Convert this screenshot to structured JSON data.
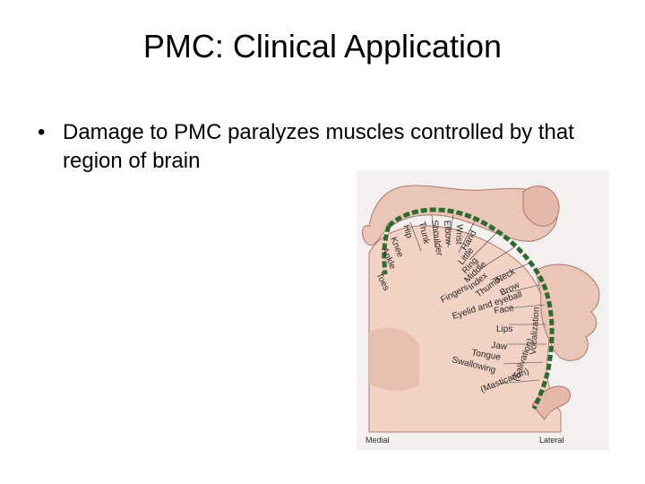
{
  "slide": {
    "title": "PMC: Clinical Application",
    "bullet_symbol": "•",
    "bullets": [
      "Damage to PMC paralyzes muscles controlled by that region of brain"
    ]
  },
  "homunculus": {
    "labels": {
      "hip": "Hip",
      "trunk": "Trunk",
      "shoulder": "Shoulder",
      "elbow": "Elbow",
      "wrist": "Wrist",
      "hand": "Hand",
      "knee": "Knee",
      "ankle": "Ankle",
      "toes": "Toes",
      "little": "Little",
      "ring": "Ring",
      "middle": "Middle",
      "index": "Index",
      "thumb": "Thumb",
      "neck": "Neck",
      "brow": "Brow",
      "fingers": "Fingers",
      "eyelid_eyeball": "Eyelid and eyeball",
      "face": "Face",
      "lips": "Lips",
      "jaw": "Jaw",
      "tongue": "Tongue",
      "swallowing": "Swallowing",
      "mastication": "(Mastication)",
      "salivation": "(Salivation)",
      "vocalization": "Vocalization",
      "medial": "Medial",
      "lateral": "Lateral"
    },
    "colors": {
      "tissue": "#f1d2c4",
      "tissue_dark": "#e8beae",
      "outline": "#b07e72",
      "band": "#2f6b2f",
      "text": "#2a2a2a"
    }
  }
}
